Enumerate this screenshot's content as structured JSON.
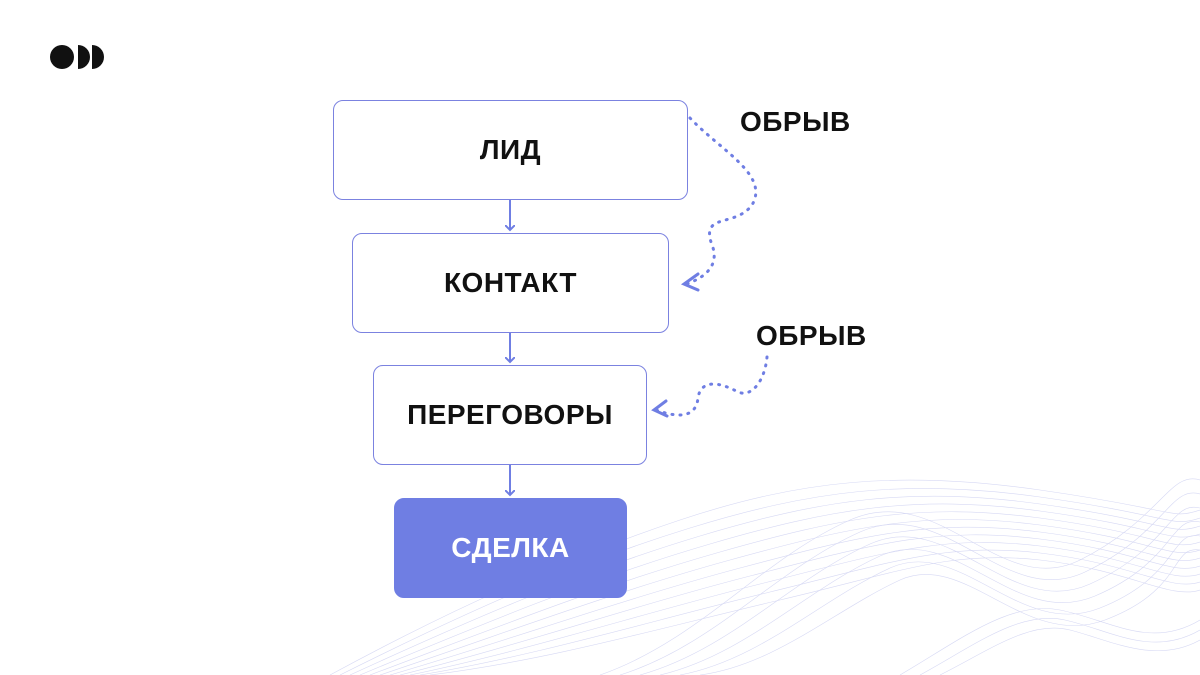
{
  "diagram": {
    "stages": [
      {
        "label": "ЛИД"
      },
      {
        "label": "КОНТАКТ"
      },
      {
        "label": "ПЕРЕГОВОРЫ"
      },
      {
        "label": "СДЕЛКА"
      }
    ],
    "dropoffs": [
      {
        "label": "ОБРЫВ"
      },
      {
        "label": "ОБРЫВ"
      }
    ]
  },
  "colors": {
    "accent": "#6f7ee3",
    "border": "#7b82e0",
    "text": "#111111",
    "wave": "#c9ccf0"
  }
}
